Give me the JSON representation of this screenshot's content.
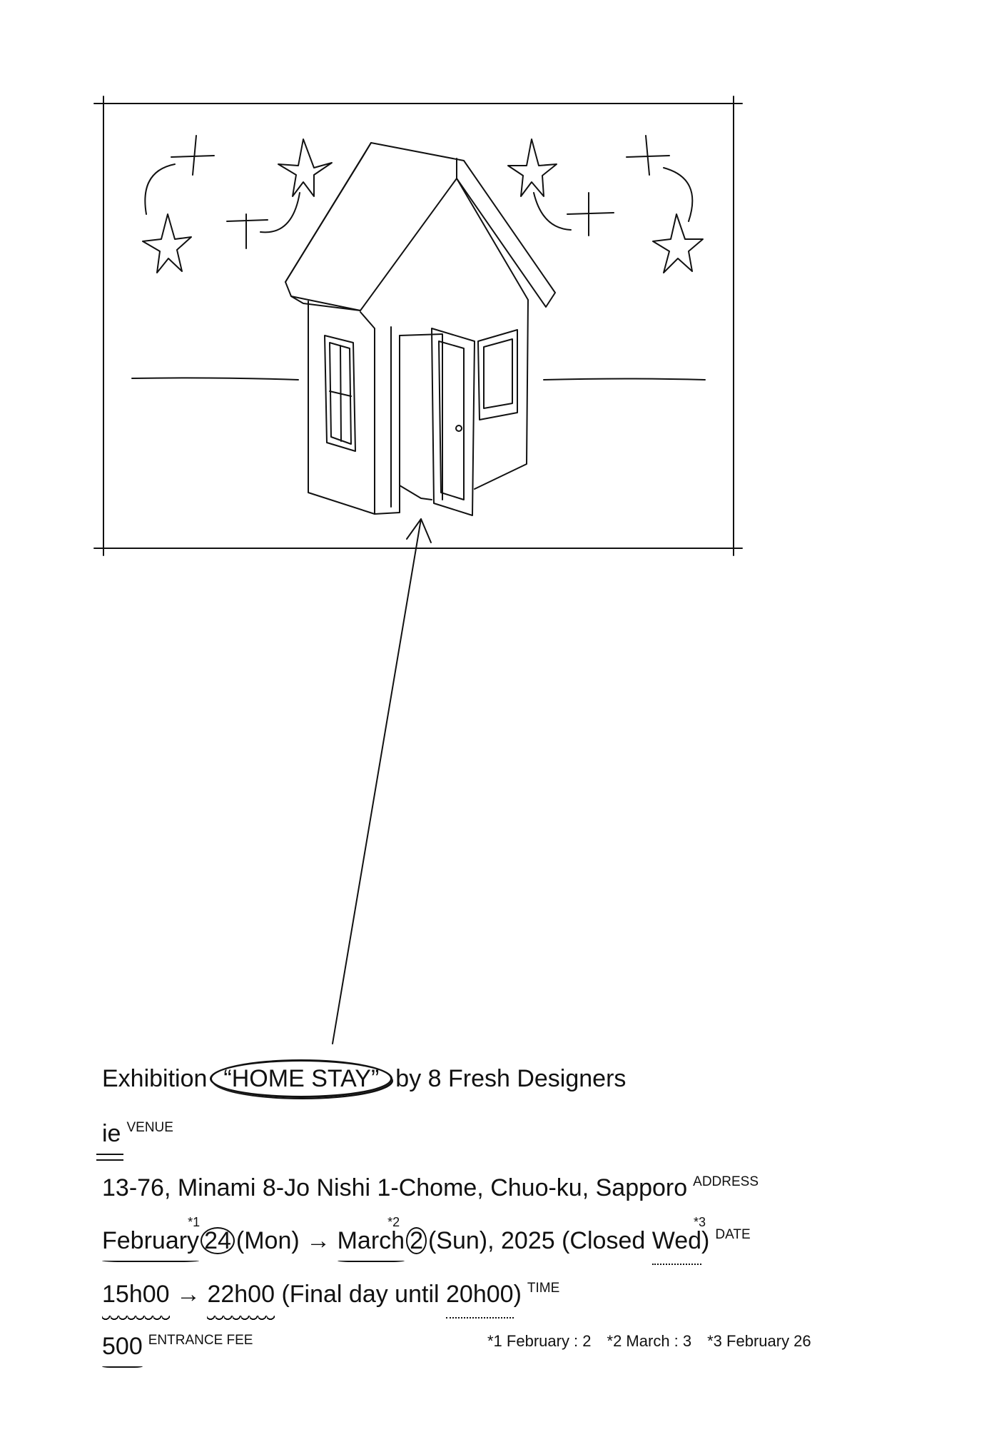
{
  "title": {
    "prefix": "Exhibition",
    "name": "“HOME STAY”",
    "suffix": "by 8 Fresh Designers"
  },
  "venue": {
    "value": "ie",
    "label": "VENUE"
  },
  "address": {
    "value": "13-76, Minami 8-Jo Nishi 1-Chome, Chuo-ku, Sapporo",
    "label": "ADDRESS"
  },
  "date": {
    "start_month": "February",
    "start_day": "24",
    "start_weekday": "(Mon)",
    "arrow": "→",
    "end_month": "March",
    "end_day": "2",
    "end_weekday": "(Sun), 2025",
    "closed_prefix": "(Closed",
    "closed_day": "Wed",
    "closed_suffix": ")",
    "note1": "*1",
    "note2": "*2",
    "note3": "*3",
    "label": "DATE"
  },
  "time": {
    "start": "15h00",
    "arrow": "→",
    "end": "22h00",
    "final_prefix": "(Final day until",
    "final": "20h00",
    "final_suffix": ")",
    "label": "TIME"
  },
  "fee": {
    "value": "500",
    "label": "ENTRANCE FEE"
  },
  "footnotes": [
    "*1 February : 2",
    "*2 March : 3",
    "*3 February 26"
  ]
}
